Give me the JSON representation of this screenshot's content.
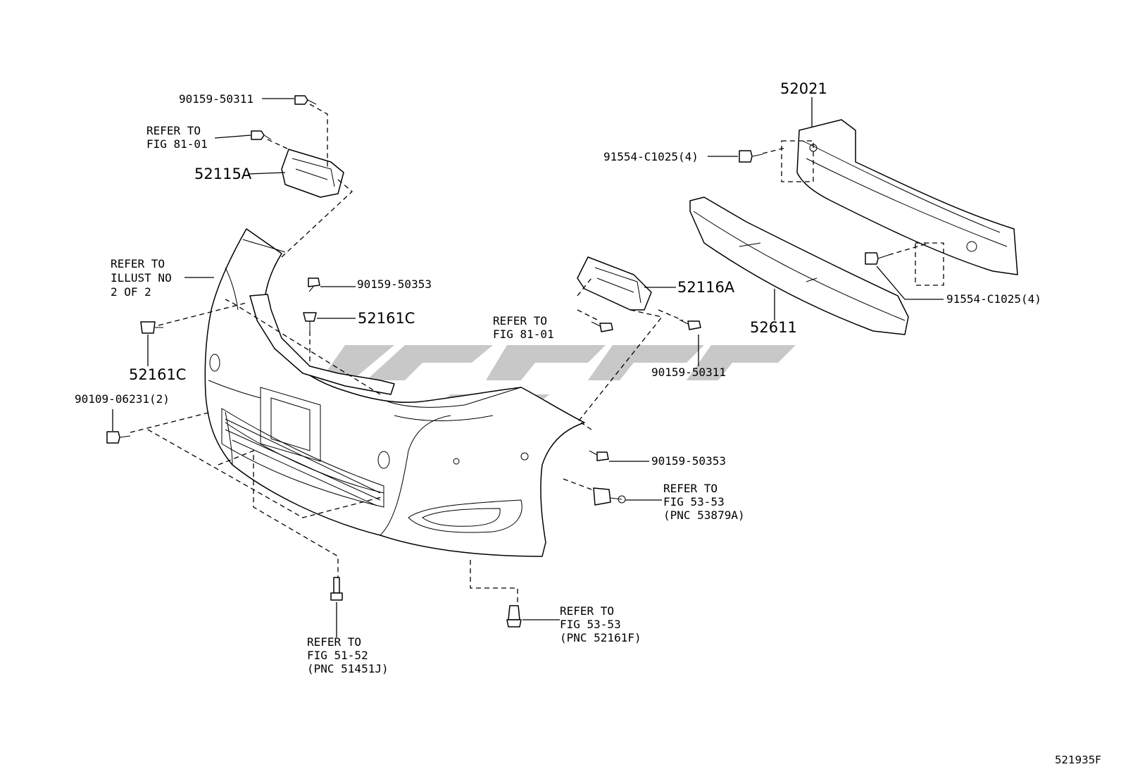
{
  "labels": {
    "l1": "90159-50311",
    "l2a": "REFER TO",
    "l2b": "FIG 81-01",
    "l3": "52115A",
    "l4a": "REFER TO",
    "l4b": "ILLUST NO",
    "l4c": "2 OF 2",
    "l5": "90159-50353",
    "l6": "52161C",
    "l7": "52161C",
    "l8": "90109-06231(2)",
    "l9": "52021",
    "l10": "91554-C1025(4)",
    "l11": "52116A",
    "l12a": "REFER TO",
    "l12b": "FIG 81-01",
    "l13": "90159-50311",
    "l14": "91554-C1025(4)",
    "l15": "52611",
    "l16": "90159-50353",
    "l17a": "REFER TO",
    "l17b": "FIG 53-53",
    "l17c": "(PNC 53879A)",
    "l18a": "REFER TO",
    "l18b": "FIG 51-52",
    "l18c": "(PNC 51451J)",
    "l19a": "REFER TO",
    "l19b": "FIG 53-53",
    "l19c": "(PNC 52161F)"
  },
  "figure_id": "521935F"
}
